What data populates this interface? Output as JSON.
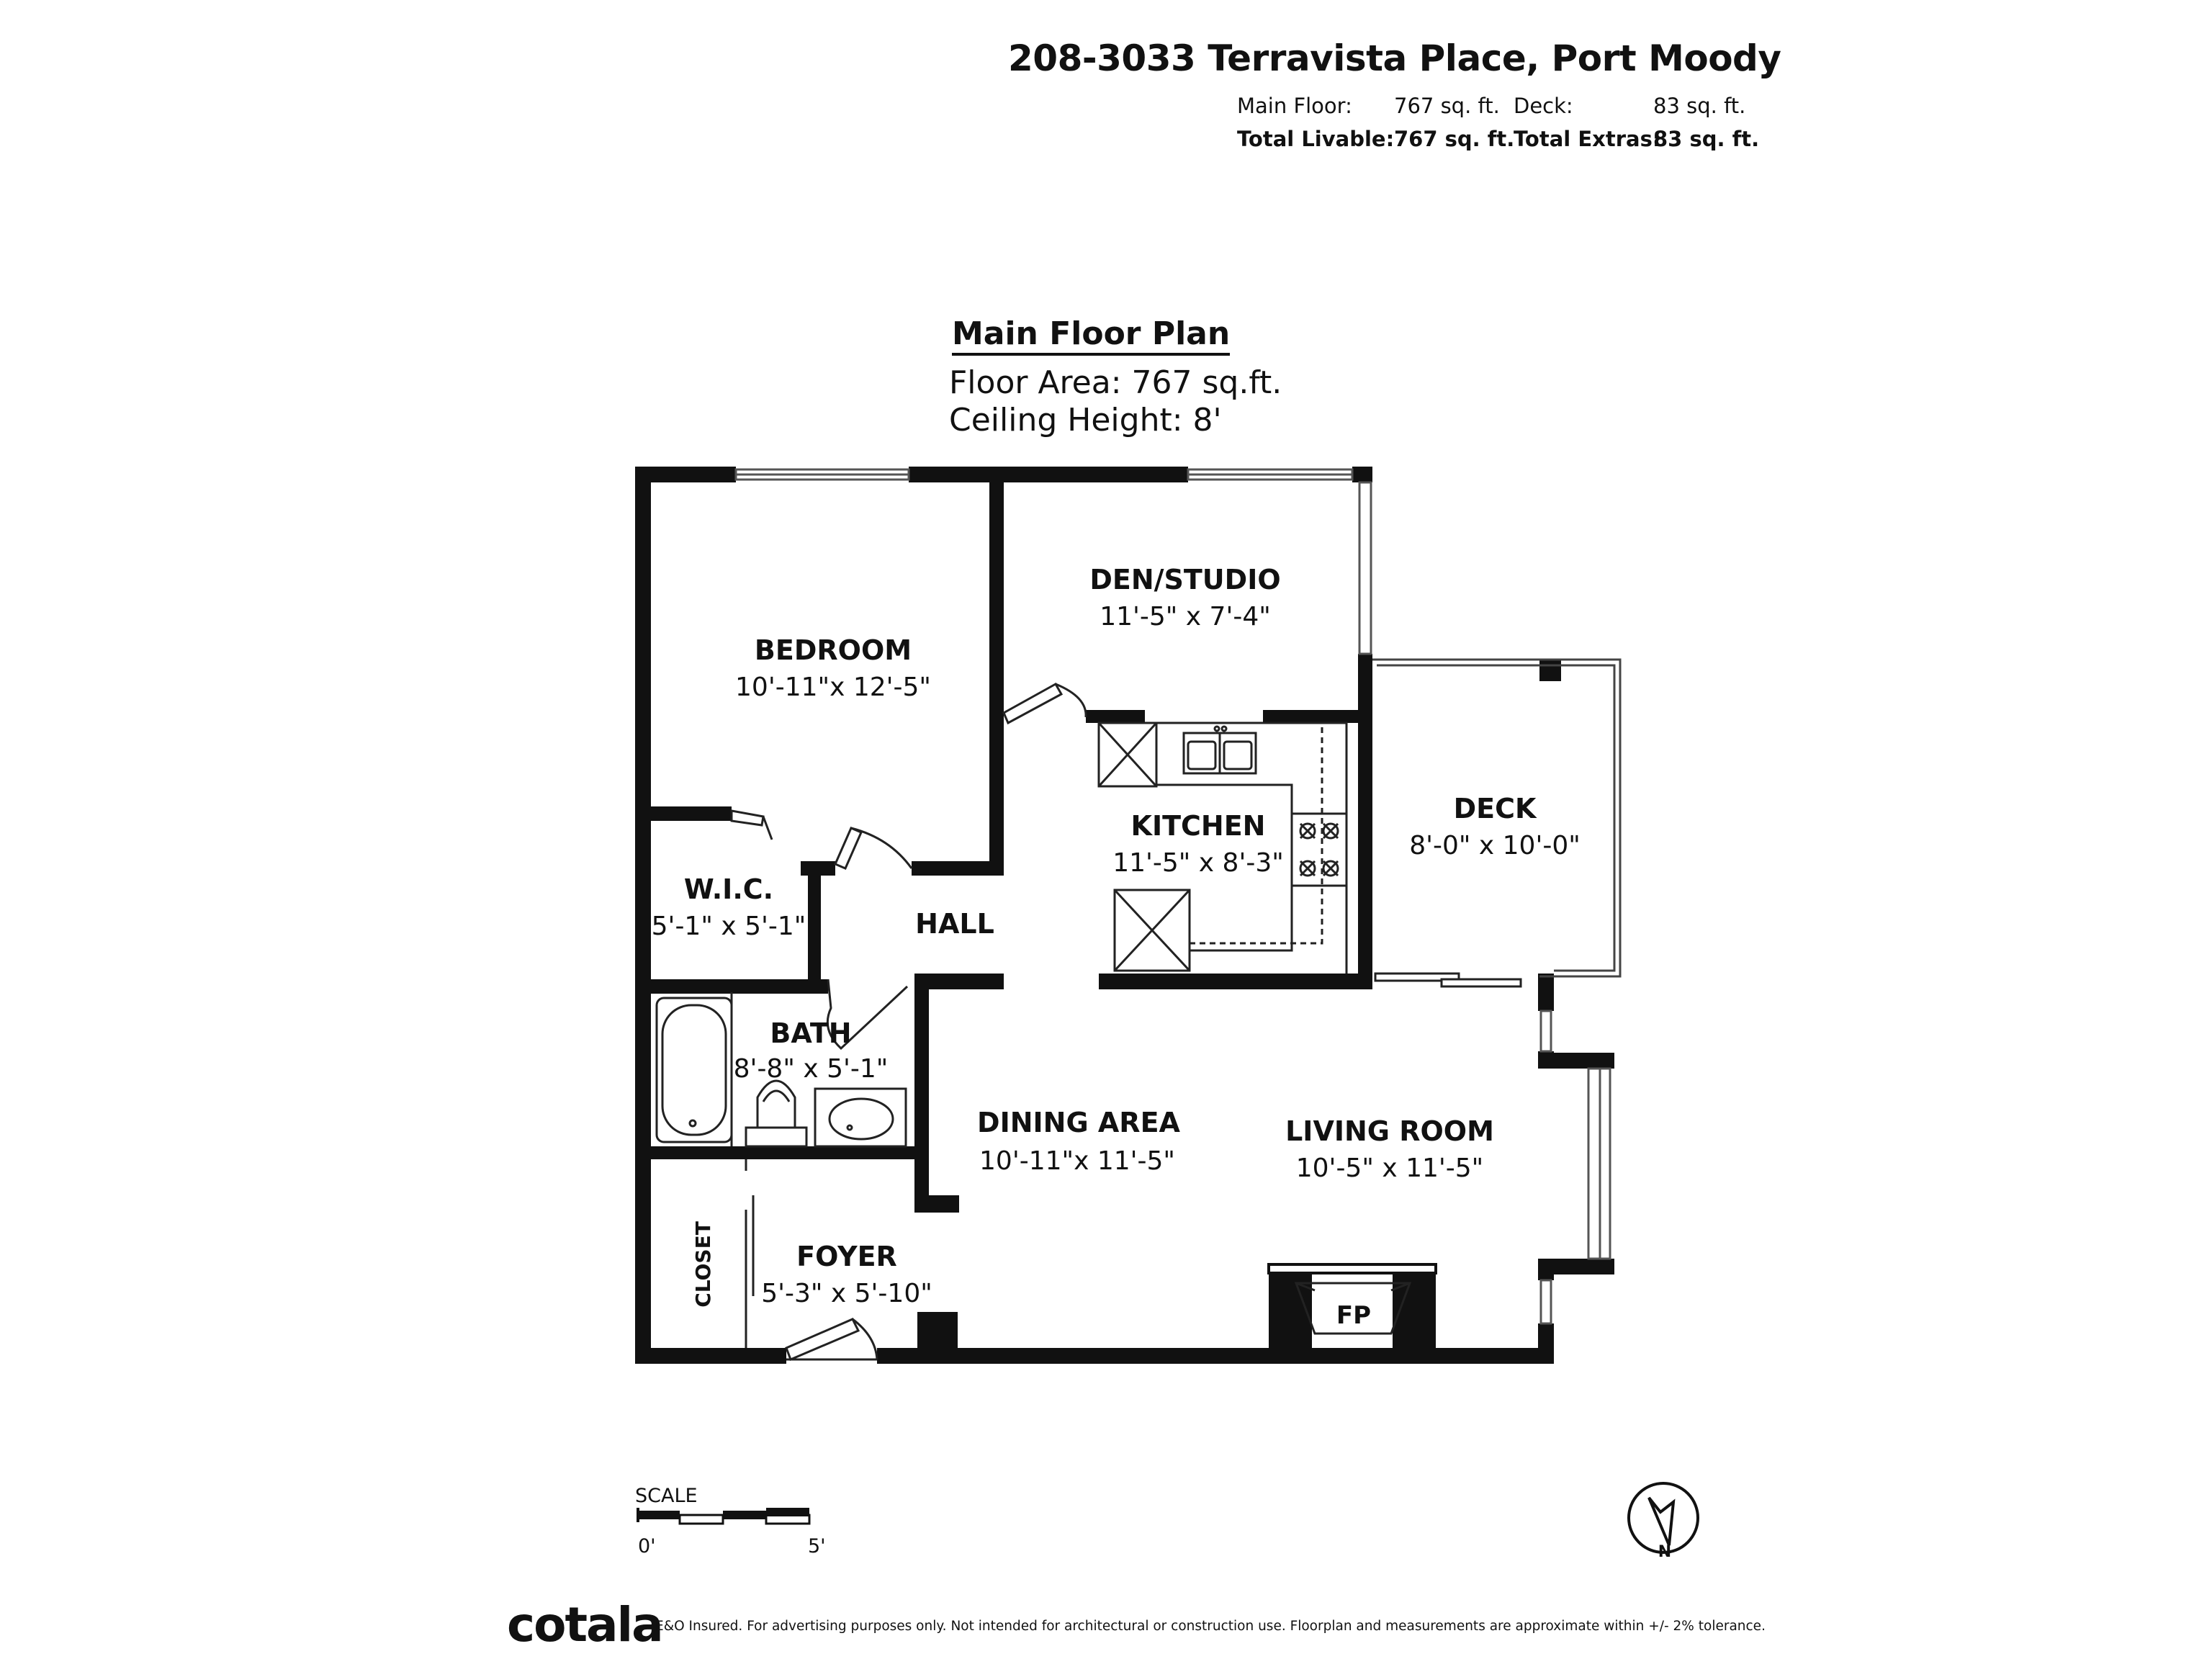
{
  "header": {
    "address": "208-3033 Terravista Place, Port Moody",
    "stats": {
      "main_floor_label": "Main Floor:",
      "main_floor_value": "767 sq. ft.",
      "deck_label": "Deck:",
      "deck_value": "83 sq. ft.",
      "total_livable_label": "Total Livable:",
      "total_livable_value": "767 sq. ft.",
      "total_extras_label": "Total Extras:",
      "total_extras_value": "83 sq. ft."
    }
  },
  "plan": {
    "title": "Main Floor Plan",
    "floor_area": "Floor Area: 767 sq.ft.",
    "ceiling_height": "Ceiling Height: 8'",
    "rooms": {
      "bedroom": {
        "name": "BEDROOM",
        "dims": "10'-11\"x 12'-5\""
      },
      "den": {
        "name": "DEN/STUDIO",
        "dims": "11'-5\" x  7'-4\""
      },
      "kitchen": {
        "name": "KITCHEN",
        "dims": "11'-5\" x  8'-3\""
      },
      "deck": {
        "name": "DECK",
        "dims": "8'-0\"  x 10'-0\""
      },
      "wic": {
        "name": "W.I.C.",
        "dims": "5'-1\"  x  5'-1\""
      },
      "hall": {
        "name": "HALL"
      },
      "bath": {
        "name": "BATH",
        "dims": "8'-8\"  x  5'-1\""
      },
      "dining": {
        "name": "DINING AREA",
        "dims": "10'-11\"x 11'-5\""
      },
      "living": {
        "name": "LIVING ROOM",
        "dims": "10'-5\" x 11'-5\""
      },
      "foyer": {
        "name": "FOYER",
        "dims": "5'-3\"  x 5'-10\""
      },
      "closet": {
        "name": "CLOSET"
      },
      "fireplace": {
        "name": "FP"
      }
    }
  },
  "scale": {
    "label": "SCALE",
    "start": "0'",
    "end": "5'"
  },
  "compass": {
    "label": "N",
    "icon": "north-arrow-icon"
  },
  "footer": {
    "logo": "cotala",
    "disclaimer": "E&O Insured. For advertising purposes only. Not intended for architectural or construction use. Floorplan and measurements are approximate within +/- 2% tolerance."
  }
}
